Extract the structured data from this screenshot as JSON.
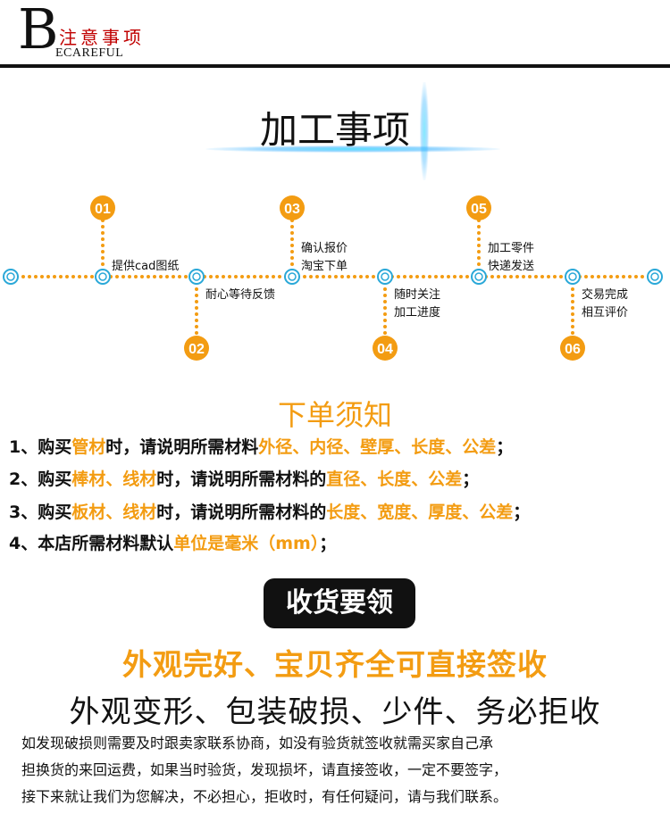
{
  "header": {
    "big_letter": "B",
    "title_cn": "注意事项",
    "title_en": "ECAREFUL"
  },
  "process": {
    "title": "加工事项",
    "steps": [
      {
        "num": "01",
        "lines": [
          "提供cad图纸"
        ]
      },
      {
        "num": "02",
        "lines": [
          "耐心等待反馈"
        ]
      },
      {
        "num": "03",
        "lines": [
          "确认报价",
          "淘宝下单"
        ]
      },
      {
        "num": "04",
        "lines": [
          "随时关注",
          "加工进度"
        ]
      },
      {
        "num": "05",
        "lines": [
          "加工零件",
          "快递发送"
        ]
      },
      {
        "num": "06",
        "lines": [
          "交易完成",
          "相互评价"
        ]
      }
    ]
  },
  "notice": {
    "title": "下单须知",
    "lines": [
      [
        {
          "t": "1、购买"
        },
        {
          "t": "管材",
          "hl": true
        },
        {
          "t": "时，请说明所需材料"
        },
        {
          "t": "外径、内径、壁厚、长度、公差",
          "hl": true
        },
        {
          "t": "；"
        }
      ],
      [
        {
          "t": "2、购买"
        },
        {
          "t": "棒材、线材",
          "hl": true
        },
        {
          "t": "时，请说明所需材料的"
        },
        {
          "t": "直径、长度、公差",
          "hl": true
        },
        {
          "t": "；"
        }
      ],
      [
        {
          "t": "3、购买"
        },
        {
          "t": "板材、线材",
          "hl": true
        },
        {
          "t": "时，请说明所需材料的"
        },
        {
          "t": "长度、宽度、厚度、公差",
          "hl": true
        },
        {
          "t": "；"
        }
      ],
      [
        {
          "t": "4、本店所需材料默认"
        },
        {
          "t": "单位是毫米（mm）",
          "hl": true
        },
        {
          "t": "；"
        }
      ]
    ]
  },
  "receipt": {
    "title": "收货要领",
    "slogan_accept": "外观完好、宝贝齐全可直接签收",
    "slogan_reject": "外观变形、包装破损、少件、务必拒收",
    "paragraph": [
      "如发现破损则需要及时跟卖家联系协商，如没有验货就签收就需买家自己承",
      "担换货的来回运费，如果当时验货，发现损坏，请直接签收，一定不要签字，",
      "接下来就让我们为您解决，不必担心，拒收时，有任何疑问，请与我们联系。"
    ]
  },
  "colors": {
    "accent_orange": "#f39c12",
    "header_red": "#c00000",
    "glow_cyan": "#3fd0ff",
    "node_blue": "#2aa8d8"
  }
}
